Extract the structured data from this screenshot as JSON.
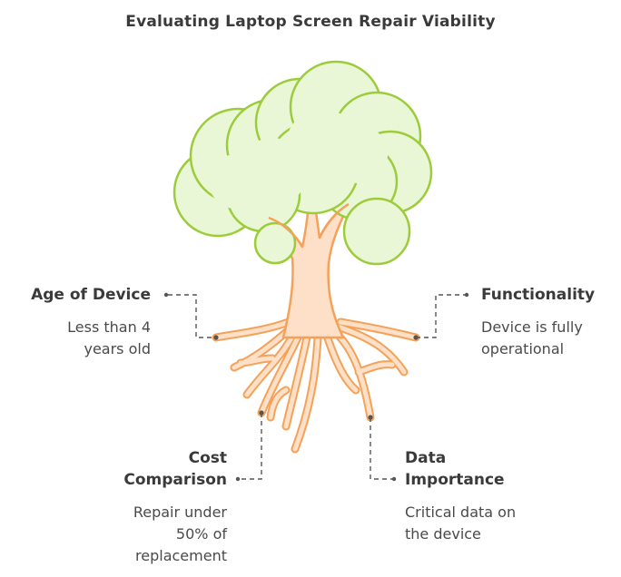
{
  "title": "Evaluating Laptop Screen Repair Viability",
  "factors": [
    {
      "label": "Age of Device",
      "description_lines": [
        "Less than 4",
        "years old"
      ]
    },
    {
      "label": "Functionality",
      "description_lines": [
        "Device is fully",
        "operational"
      ]
    },
    {
      "label_lines": [
        "Cost",
        "Comparison"
      ],
      "description_lines": [
        "Repair under",
        "50% of",
        "replacement"
      ]
    },
    {
      "label_lines": [
        "Data",
        "Importance"
      ],
      "description_lines": [
        "Critical data on",
        "the device"
      ]
    }
  ],
  "colors": {
    "canopy_fill": "#e9f7d6",
    "canopy_stroke": "#9ccc3a",
    "trunk_fill": "#fde0c7",
    "trunk_stroke": "#f4a259",
    "connector": "#555555",
    "text": "#3a3a3a"
  }
}
